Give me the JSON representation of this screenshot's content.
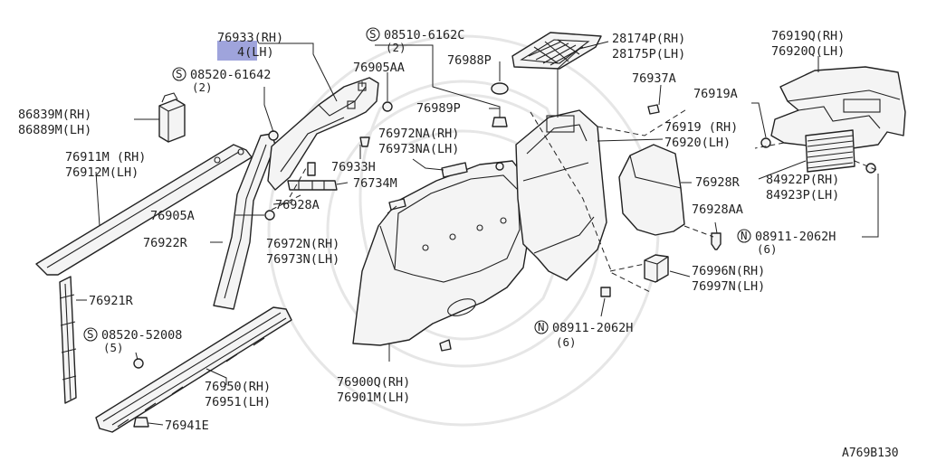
{
  "figure_ref": "A769B130",
  "colors": {
    "highlight": "#9fa4dc",
    "line": "#222222"
  },
  "labels": {
    "p76933rh": "76933(RH)",
    "p76934lh": "4(LH)",
    "s08520_61642": "08520-61642",
    "q2a": "(2)",
    "p86839m": "86839M(RH)",
    "p86889m": "86889M(LH)",
    "p76911m": "76911M (RH)",
    "p76912m": "76912M(LH)",
    "p76905a": "76905A",
    "p76922r": "76922R",
    "p76921r": "76921R",
    "s08520_52008": "08520-52008",
    "q5": "(5)",
    "p76941e": "76941E",
    "p76950": "76950(RH)",
    "p76951": "76951(LH)",
    "s08510_6162c": "08510-6162C",
    "q2b": "(2)",
    "p76905aa": "76905AA",
    "p76988p": "76988P",
    "p76989p": "76989P",
    "p76972na": "76972NA(RH)",
    "p76973na": "76973NA(LH)",
    "p76933h": "76933H",
    "p76734m": "76734M",
    "p76928a": "76928A",
    "p76972n": "76972N(RH)",
    "p76973n": "76973N(LH)",
    "p76900q": "76900Q(RH)",
    "p76901m": "76901M(LH)",
    "p28174p": "28174P(RH)",
    "p28175p": "28175P(LH)",
    "p76937a": "76937A",
    "p76919": "76919 (RH)",
    "p76920": "76920(LH)",
    "p76928r": "76928R",
    "p76928aa": "76928AA",
    "n08911a": "08911-2062H",
    "q6a": "(6)",
    "n08911b": "08911-2062H",
    "q6b": "(6)",
    "p76996n": "76996N(RH)",
    "p76997n": "76997N(LH)",
    "p76919q": "76919Q(RH)",
    "p76920q": "76920Q(LH)",
    "p76919a": "76919A",
    "p84922p": "84922P(RH)",
    "p84923p": "84923P(LH)"
  },
  "symbols": {
    "screw": "S",
    "nut": "N"
  }
}
